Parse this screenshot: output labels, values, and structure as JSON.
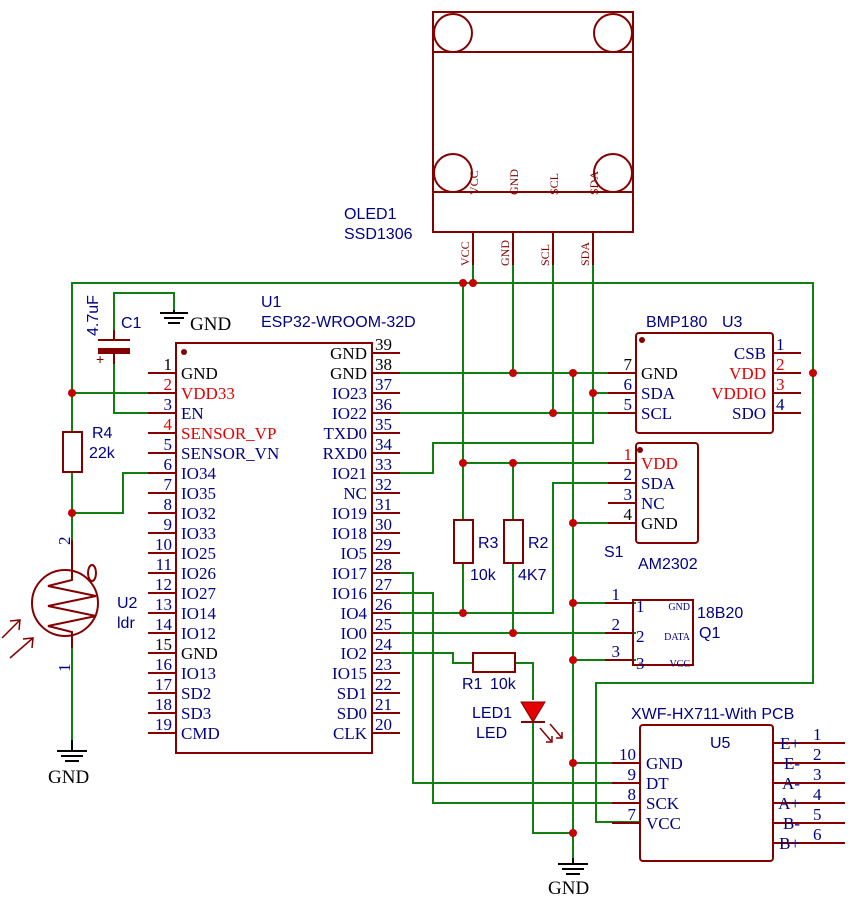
{
  "oled": {
    "ref": "OLED1",
    "value": "SSD1306",
    "pins": [
      "VCC",
      "GND",
      "SCL",
      "SDA"
    ]
  },
  "u1": {
    "ref": "U1",
    "value": "ESP32-WROOM-32D",
    "left_pins": [
      {
        "num": "1",
        "name": "GND"
      },
      {
        "num": "2",
        "name": "VDD33"
      },
      {
        "num": "3",
        "name": "EN"
      },
      {
        "num": "4",
        "name": "SENSOR_VP"
      },
      {
        "num": "5",
        "name": "SENSOR_VN"
      },
      {
        "num": "6",
        "name": "IO34"
      },
      {
        "num": "7",
        "name": "IO35"
      },
      {
        "num": "8",
        "name": "IO32"
      },
      {
        "num": "9",
        "name": "IO33"
      },
      {
        "num": "10",
        "name": "IO25"
      },
      {
        "num": "11",
        "name": "IO26"
      },
      {
        "num": "12",
        "name": "IO27"
      },
      {
        "num": "13",
        "name": "IO14"
      },
      {
        "num": "14",
        "name": "IO12"
      },
      {
        "num": "15",
        "name": "GND"
      },
      {
        "num": "16",
        "name": "IO13"
      },
      {
        "num": "17",
        "name": "SD2"
      },
      {
        "num": "18",
        "name": "SD3"
      },
      {
        "num": "19",
        "name": "CMD"
      }
    ],
    "right_pins": [
      {
        "num": "39",
        "name": "GND"
      },
      {
        "num": "38",
        "name": "GND"
      },
      {
        "num": "37",
        "name": "IO23"
      },
      {
        "num": "36",
        "name": "IO22"
      },
      {
        "num": "35",
        "name": "TXD0"
      },
      {
        "num": "34",
        "name": "RXD0"
      },
      {
        "num": "33",
        "name": "IO21"
      },
      {
        "num": "32",
        "name": "NC"
      },
      {
        "num": "31",
        "name": "IO19"
      },
      {
        "num": "30",
        "name": "IO18"
      },
      {
        "num": "29",
        "name": "IO5"
      },
      {
        "num": "28",
        "name": "IO17"
      },
      {
        "num": "27",
        "name": "IO16"
      },
      {
        "num": "26",
        "name": "IO4"
      },
      {
        "num": "25",
        "name": "IO0"
      },
      {
        "num": "24",
        "name": "IO2"
      },
      {
        "num": "23",
        "name": "IO15"
      },
      {
        "num": "22",
        "name": "SD1"
      },
      {
        "num": "21",
        "name": "SD0"
      },
      {
        "num": "20",
        "name": "CLK"
      }
    ]
  },
  "bmp": {
    "ref": "U3",
    "value": "BMP180",
    "left_pins": [
      {
        "num": "7",
        "name": "GND"
      },
      {
        "num": "6",
        "name": "SDA"
      },
      {
        "num": "5",
        "name": "SCL"
      }
    ],
    "right_pins": [
      {
        "num": "1",
        "name": "CSB"
      },
      {
        "num": "2",
        "name": "VDD"
      },
      {
        "num": "3",
        "name": "VDDIO"
      },
      {
        "num": "4",
        "name": "SDO"
      }
    ]
  },
  "am": {
    "ref": "S1",
    "value": "AM2302",
    "pins": [
      {
        "num": "1",
        "name": "VDD"
      },
      {
        "num": "2",
        "name": "SDA"
      },
      {
        "num": "3",
        "name": "NC"
      },
      {
        "num": "4",
        "name": "GND"
      }
    ]
  },
  "ds": {
    "ref": "Q1",
    "value": "18B20",
    "outer_nums": [
      "1",
      "2",
      "3"
    ],
    "inner_nums": [
      "1",
      "2",
      "3"
    ],
    "pin_names": [
      "GND",
      "DATA",
      "VCC"
    ]
  },
  "hx": {
    "ref": "U5",
    "value": "XWF-HX711-With PCB",
    "left_pins": [
      {
        "num": "10",
        "name": "GND"
      },
      {
        "num": "9",
        "name": "DT"
      },
      {
        "num": "8",
        "name": "SCK"
      },
      {
        "num": "7",
        "name": "VCC"
      }
    ],
    "right_pins": [
      {
        "num": "1",
        "name": "E+"
      },
      {
        "num": "2",
        "name": "E-"
      },
      {
        "num": "3",
        "name": "A-"
      },
      {
        "num": "4",
        "name": "A+"
      },
      {
        "num": "5",
        "name": "B-"
      },
      {
        "num": "6",
        "name": "B+"
      }
    ]
  },
  "c1": {
    "ref": "C1",
    "value": "4.7uF",
    "plus": "+"
  },
  "r4": {
    "ref": "R4",
    "value": "22k"
  },
  "r3": {
    "ref": "R3",
    "value": "10k"
  },
  "r2": {
    "ref": "R2",
    "value": "4K7"
  },
  "r1": {
    "ref": "R1",
    "value": "10k"
  },
  "led1": {
    "ref": "LED1",
    "value": "LED"
  },
  "u2": {
    "ref": "U2",
    "value": "ldr",
    "pin_top": "2",
    "pin_bottom": "1"
  },
  "gnd_label": "GND"
}
